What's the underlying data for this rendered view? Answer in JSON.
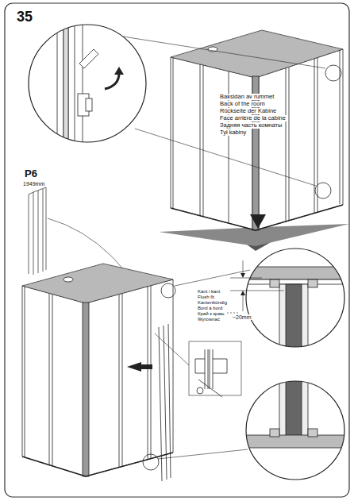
{
  "diagram": {
    "labels": [
      "35",
      "Baksidan av rummet",
      "Back of the room",
      "Rückseite der Kabine",
      "Face arrière de la cabine",
      "Задняя часть комнаты",
      "Tył kabiny",
      "P6",
      "1949mm",
      "Kant i kant",
      "Flush fit",
      "Kantenbündig",
      "Bord à bord",
      "Край к краю.",
      "Wyrównać",
      "~20mm"
    ]
  }
}
